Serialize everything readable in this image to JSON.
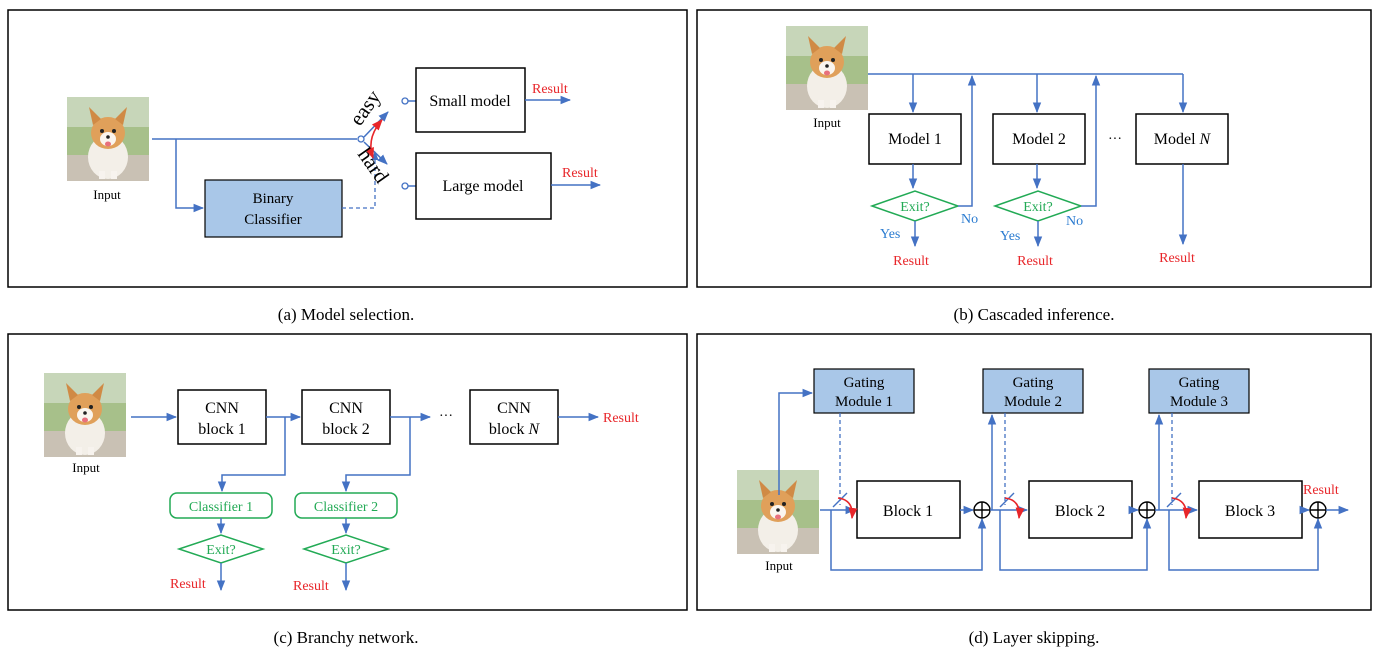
{
  "panel_a": {
    "caption": "(a) Model selection.",
    "input_label": "Input",
    "classifier_line1": "Binary",
    "classifier_line2": "Classifier",
    "small_model": "Small model",
    "large_model": "Large model",
    "easy": "easy",
    "hard": "hard",
    "result_1": "Result",
    "result_2": "Result"
  },
  "panel_b": {
    "caption": "(b) Cascaded inference.",
    "input_label": "Input",
    "model_1": "Model 1",
    "model_2": "Model 2",
    "model_n_prefix": "Model ",
    "model_n_var": "N",
    "ellipsis": "···",
    "exit_1": "Exit?",
    "exit_2": "Exit?",
    "yes_1": "Yes",
    "yes_2": "Yes",
    "no_1": "No",
    "no_2": "No",
    "result_1": "Result",
    "result_2": "Result",
    "result_3": "Result"
  },
  "panel_c": {
    "caption": "(c) Branchy network.",
    "input_label": "Input",
    "cnn_1_l1": "CNN",
    "cnn_1_l2": "block 1",
    "cnn_2_l1": "CNN",
    "cnn_2_l2": "block 2",
    "cnn_n_l1": "CNN",
    "cnn_n_l2_prefix": "block ",
    "cnn_n_var": "N",
    "ellipsis": "···",
    "classifier_1": "Classifier 1",
    "classifier_2": "Classifier 2",
    "exit_1": "Exit?",
    "exit_2": "Exit?",
    "result_main": "Result",
    "result_1": "Result",
    "result_2": "Result"
  },
  "panel_d": {
    "caption": "(d) Layer skipping.",
    "input_label": "Input",
    "gating_1_l1": "Gating",
    "gating_1_l2": "Module 1",
    "gating_2_l1": "Gating",
    "gating_2_l2": "Module 2",
    "gating_3_l1": "Gating",
    "gating_3_l2": "Module 3",
    "block_1": "Block 1",
    "block_2": "Block 2",
    "block_3": "Block 3",
    "result": "Result"
  },
  "colors": {
    "arrow": "#4472c4",
    "module_fill": "#a9c7e8",
    "result_text": "#e8262a",
    "yes_no_text": "#2a7bd0",
    "exit_green": "#22aa55"
  }
}
